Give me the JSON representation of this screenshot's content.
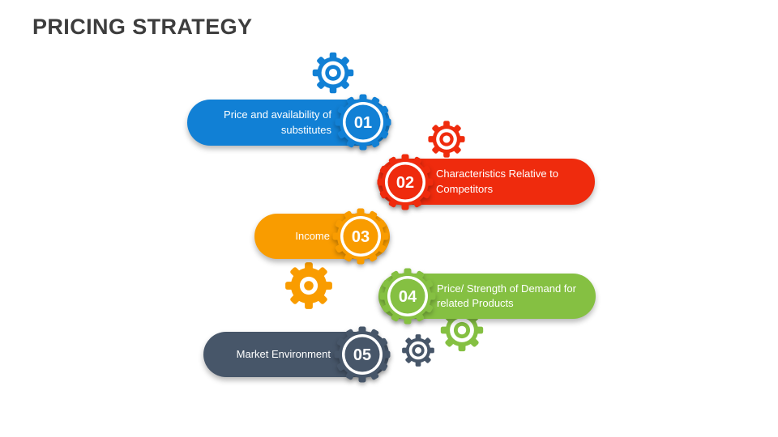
{
  "slide": {
    "title": "PRICING STRATEGY",
    "title_color": "#3d3d3d",
    "background": "#ffffff"
  },
  "items": [
    {
      "number": "01",
      "label": "Price and availability of substitutes",
      "color": "#1180d5",
      "badge_side": "right"
    },
    {
      "number": "02",
      "label": "Characteristics Relative to Competitors",
      "color": "#ef2b0d",
      "badge_side": "left"
    },
    {
      "number": "03",
      "label": "Income",
      "color": "#f99c00",
      "badge_side": "right"
    },
    {
      "number": "04",
      "label": "Price/ Strength of Demand for related Products",
      "color": "#85c042",
      "badge_side": "left"
    },
    {
      "number": "05",
      "label": "Market Environment",
      "color": "#475669",
      "badge_side": "right"
    }
  ],
  "decor_gears": [
    {
      "name": "blue-gear",
      "color": "#1180d5"
    },
    {
      "name": "red-gear",
      "color": "#ef2b0d"
    },
    {
      "name": "orange-gear",
      "color": "#f99c00"
    },
    {
      "name": "green-gear",
      "color": "#85c042"
    },
    {
      "name": "slate-gear",
      "color": "#475669"
    }
  ]
}
